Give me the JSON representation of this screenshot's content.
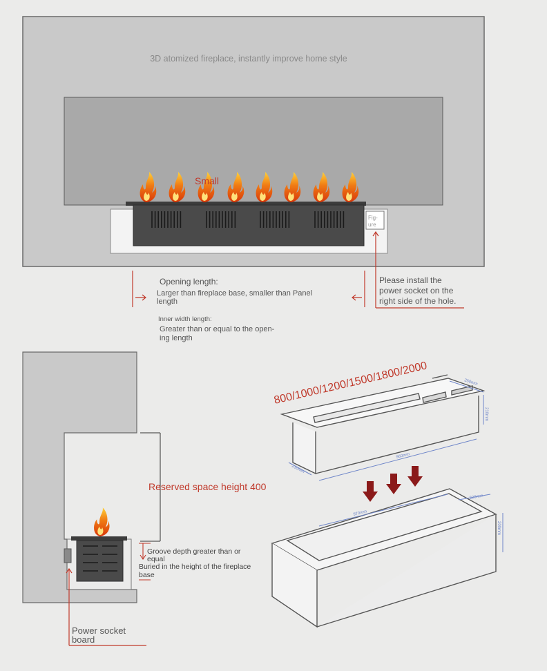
{
  "top_panel": {
    "headline": "3D atomized fireplace, instantly improve home style",
    "small_label": "Small",
    "figure_label_line1": "Fig-",
    "figure_label_line2": "ure"
  },
  "opening_note": {
    "title": "Opening length:",
    "line1": "Larger than fireplace base, smaller than Panel",
    "line2": "length"
  },
  "inner_note": {
    "title": "Inner width length:",
    "line1": "Greater than or equal to the open-",
    "line2": "ing length"
  },
  "socket_note": {
    "line1": "Please install the",
    "line2": "power socket on the",
    "line3": "right side of the hole."
  },
  "side_section": {
    "reserved_label": "Reserved space height 400",
    "groove_line1": "Groove depth greater than or",
    "groove_line2": "equal",
    "buried_line1": "Buried in the height of the fireplace",
    "buried_line2": "base",
    "socket_line1": "Power socket",
    "socket_line2": "board"
  },
  "unit_drawing": {
    "sizes": "800/1000/1200/1500/1800/2000",
    "dim_depth": "250mm",
    "dim_height": "210mm",
    "dim_length": "960mm",
    "dim_base_depth": "210mm",
    "dim_box_length": "970mm",
    "dim_box_depth": "220mm",
    "dim_box_height": "200mm"
  },
  "colors": {
    "accent_red": "#c0392b",
    "dark_red_arrow": "#8b1a1a",
    "wall_gray": "#c9c9c9",
    "panel_gray": "#a9a9a9",
    "insert_dark": "#4a4a4a",
    "outline": "#5a5a5a",
    "dim_blue": "#6f86c9"
  }
}
